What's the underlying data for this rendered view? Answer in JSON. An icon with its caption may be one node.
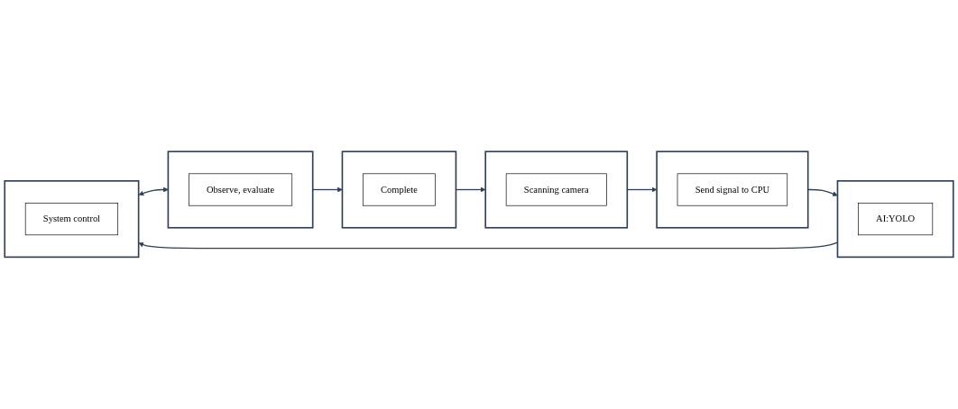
{
  "diagram": {
    "nodes": [
      {
        "text": [],
        "shape": "box"
      },
      {
        "text": [
          "Scanning camera"
        ],
        "in": 0
      },
      {
        "text": [],
        "shape": "box"
      },
      {
        "text": [
          "Send signal to CPU"
        ],
        "in": 2
      },
      {
        "text": [],
        "shape": "box"
      },
      {
        "text": [
          "AI:YOLO"
        ],
        "in": 4
      },
      {
        "text": [],
        "shape": "box"
      },
      {
        "text": [
          "Complete"
        ],
        "in": 6
      },
      {
        "text": [],
        "shape": "box"
      },
      {
        "text": [
          "Observe, evaluate"
        ],
        "in": 8
      },
      {
        "text": [],
        "shape": "box"
      },
      {
        "text": [
          "System control"
        ],
        "in": 10
      }
    ],
    "edges": [
      {
        "from": 0,
        "to": 2,
        "arrow": "to"
      },
      {
        "from": 2,
        "to": 4,
        "arrow": "to"
      },
      {
        "from": 4,
        "to": 10,
        "arrow": "to"
      },
      {
        "from": 10,
        "to": 8,
        "arrow": "both"
      },
      {
        "from": 8,
        "to": 6,
        "arrow": "to"
      },
      {
        "from": 6,
        "to": 0,
        "arrow": "to"
      }
    ]
  }
}
